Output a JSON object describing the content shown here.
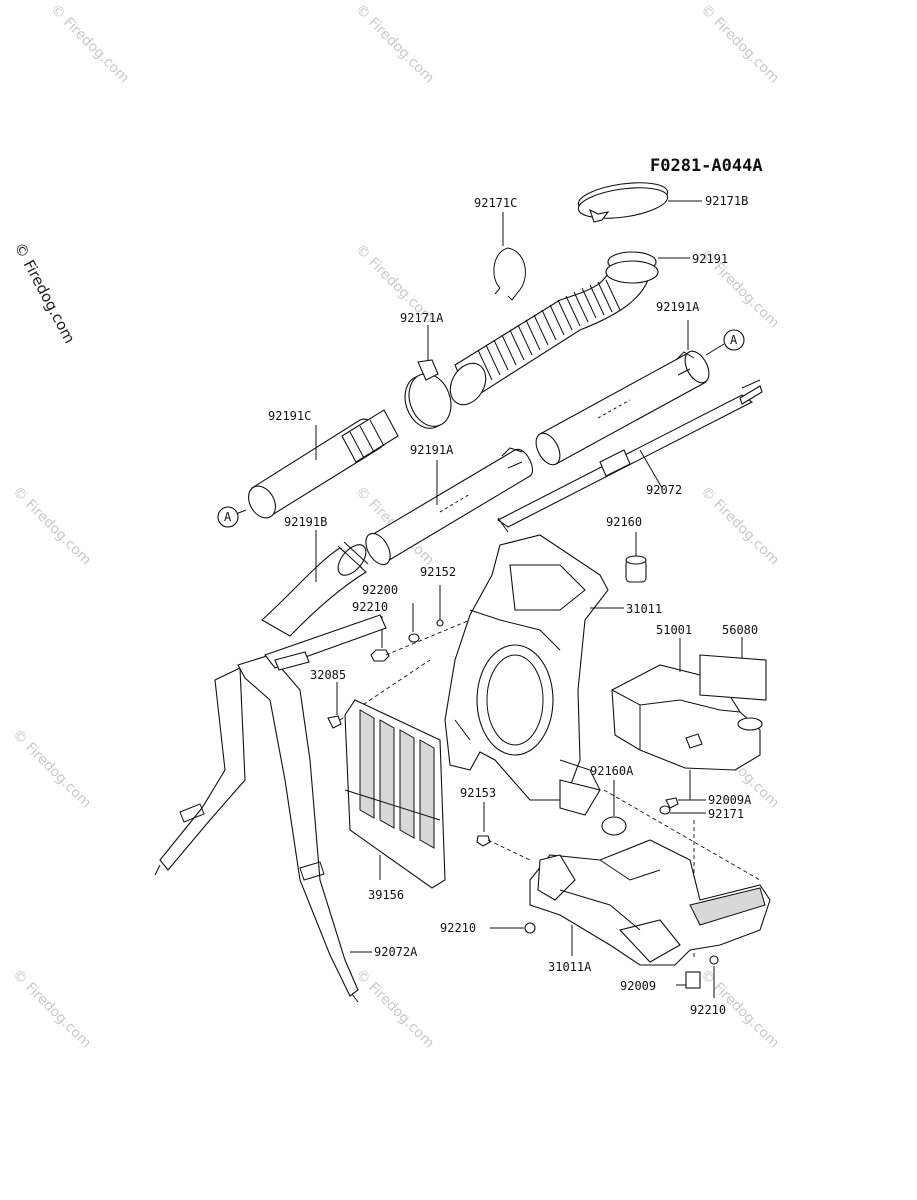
{
  "diagram": {
    "figure_code": "F0281-A044A",
    "watermark_side": "© Firedog.com",
    "watermark_text": "© Firedog.com",
    "callouts": {
      "p92171B": "92171B",
      "p92171C": "92171C",
      "p92191": "92191",
      "p92171A": "92171A",
      "p92191A_top": "92191A",
      "p92191C": "92191C",
      "p92191A_mid": "92191A",
      "p92072": "92072",
      "p92191B": "92191B",
      "p92160": "92160",
      "p92152": "92152",
      "p92200": "92200",
      "p92210_a": "92210",
      "p31011": "31011",
      "p51001": "51001",
      "p56080": "56080",
      "p32085": "32085",
      "p92160A": "92160A",
      "p92153": "92153",
      "p92009A": "92009A",
      "p92171": "92171",
      "p39156": "39156",
      "p92210_b": "92210",
      "p31011A": "31011A",
      "p92009": "92009",
      "p92210_c": "92210",
      "p92072A": "92072A"
    },
    "connector_marks": [
      "A",
      "A"
    ]
  }
}
